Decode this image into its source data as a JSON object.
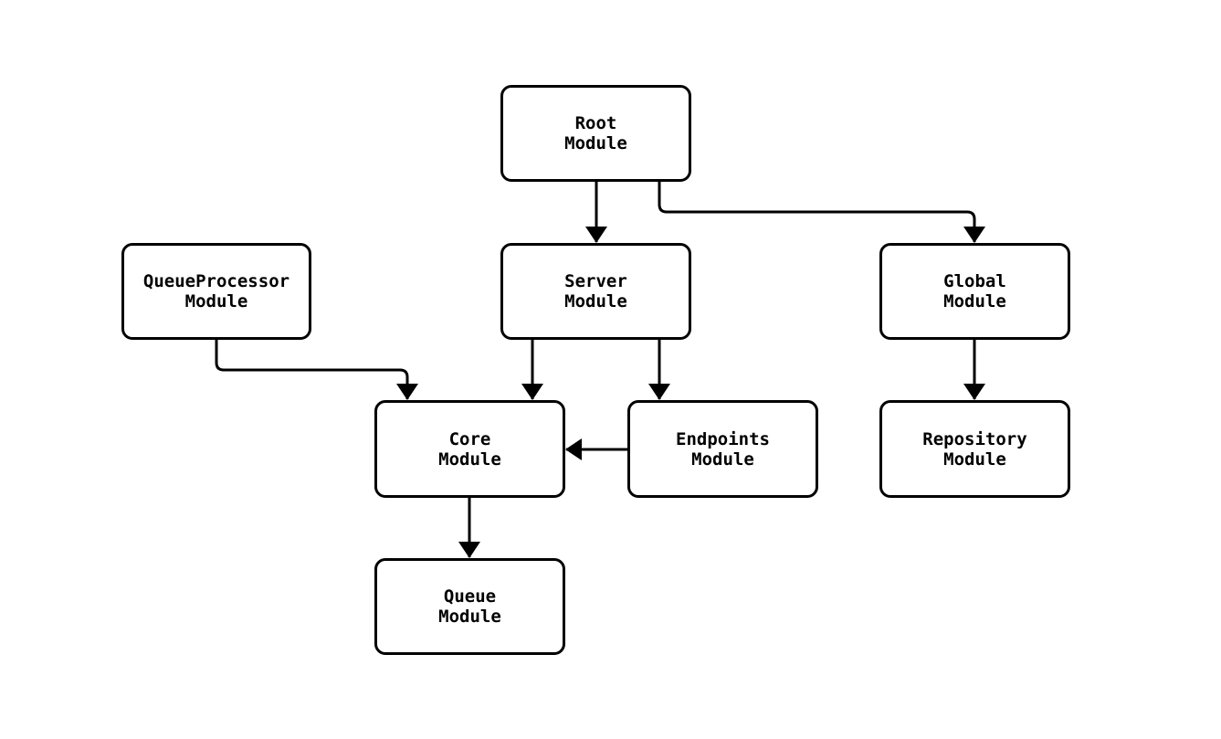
{
  "diagram": {
    "type": "module-dependency-graph",
    "nodes": [
      {
        "id": "root",
        "label": "Root\nModule"
      },
      {
        "id": "queueprocessor",
        "label": "QueueProcessor\nModule"
      },
      {
        "id": "server",
        "label": "Server\nModule"
      },
      {
        "id": "global",
        "label": "Global\nModule"
      },
      {
        "id": "core",
        "label": "Core\nModule"
      },
      {
        "id": "endpoints",
        "label": "Endpoints\nModule"
      },
      {
        "id": "repository",
        "label": "Repository\nModule"
      },
      {
        "id": "queue",
        "label": "Queue\nModule"
      }
    ],
    "edges": [
      {
        "from": "root",
        "to": "server"
      },
      {
        "from": "root",
        "to": "global"
      },
      {
        "from": "queueprocessor",
        "to": "core"
      },
      {
        "from": "server",
        "to": "core"
      },
      {
        "from": "server",
        "to": "endpoints"
      },
      {
        "from": "endpoints",
        "to": "core"
      },
      {
        "from": "global",
        "to": "repository"
      },
      {
        "from": "core",
        "to": "queue"
      }
    ],
    "colors": {
      "background": "#ffffff",
      "node_fill": "#ffffff",
      "node_border": "#000000",
      "edge": "#000000",
      "text": "#000000"
    }
  }
}
